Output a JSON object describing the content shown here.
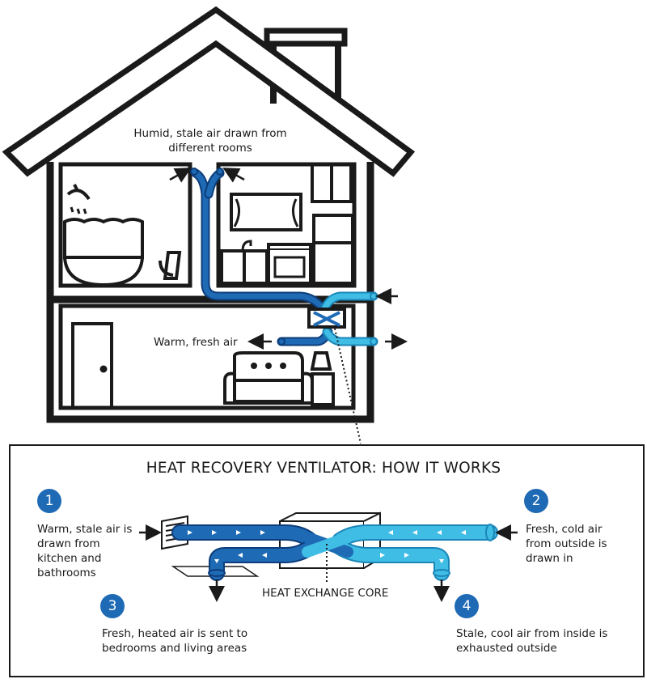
{
  "colors": {
    "dark_duct": "#1e6ab4",
    "dark_duct_edge": "#0d3d7a",
    "light_duct": "#40bde5",
    "light_duct_edge": "#1a86b8",
    "outline": "#1a1a1a",
    "badge": "#1e6ab4"
  },
  "house": {
    "label_stale": "Humid, stale air drawn from different rooms",
    "label_warm": "Warm, fresh air"
  },
  "panel": {
    "title": "HEAT RECOVERY VENTILATOR: HOW IT WORKS",
    "core_label": "HEAT EXCHANGE CORE",
    "steps": [
      {
        "num": "1",
        "text": "Warm, stale air is drawn from kitchen and bathrooms"
      },
      {
        "num": "2",
        "text": "Fresh, cold air from outside is drawn in"
      },
      {
        "num": "3",
        "text": "Fresh, heated air is sent to bedrooms and living areas"
      },
      {
        "num": "4",
        "text": "Stale, cool air from inside is exhausted outside"
      }
    ]
  }
}
